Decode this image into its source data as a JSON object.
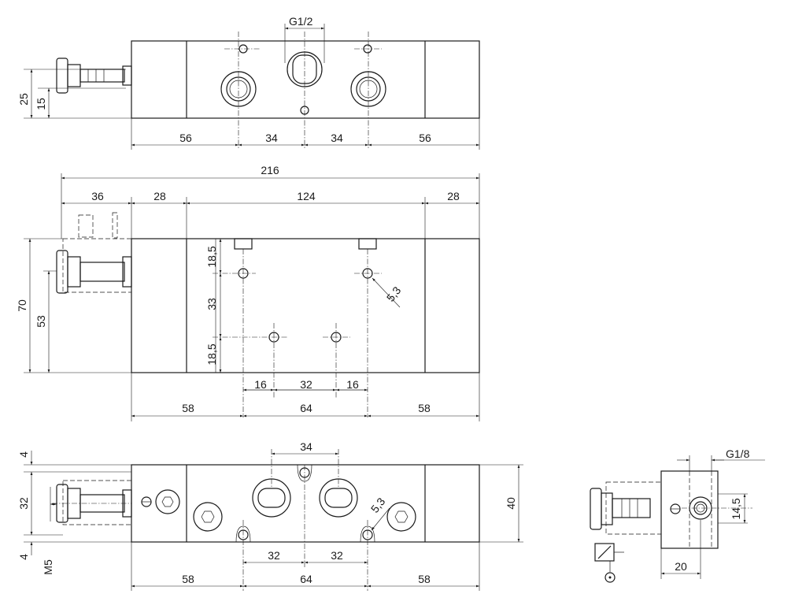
{
  "views": {
    "top": {
      "thread_label": "G1/2",
      "dims_h": [
        "56",
        "34",
        "34",
        "56"
      ],
      "dims_v": [
        "25",
        "15"
      ]
    },
    "front": {
      "overall": "216",
      "top_dims": [
        "36",
        "28",
        "124",
        "28"
      ],
      "left_dims": [
        "70",
        "53"
      ],
      "inner_v": [
        "18,5",
        "33",
        "18,5"
      ],
      "hole_dia": "5,3",
      "inner_h": [
        "16",
        "32",
        "16"
      ],
      "bottom_dims": [
        "58",
        "64",
        "58"
      ]
    },
    "bottom": {
      "top_dim": "34",
      "left_dims": [
        "4",
        "32",
        "4"
      ],
      "thread_label": "M5",
      "right_dim": "40",
      "hole_dia": "5,3",
      "inner_h": [
        "32",
        "32"
      ],
      "bottom_dims": [
        "58",
        "64",
        "58"
      ]
    },
    "side": {
      "thread_label": "G1/8",
      "dim_v": "14,5",
      "dim_h": "20"
    }
  }
}
